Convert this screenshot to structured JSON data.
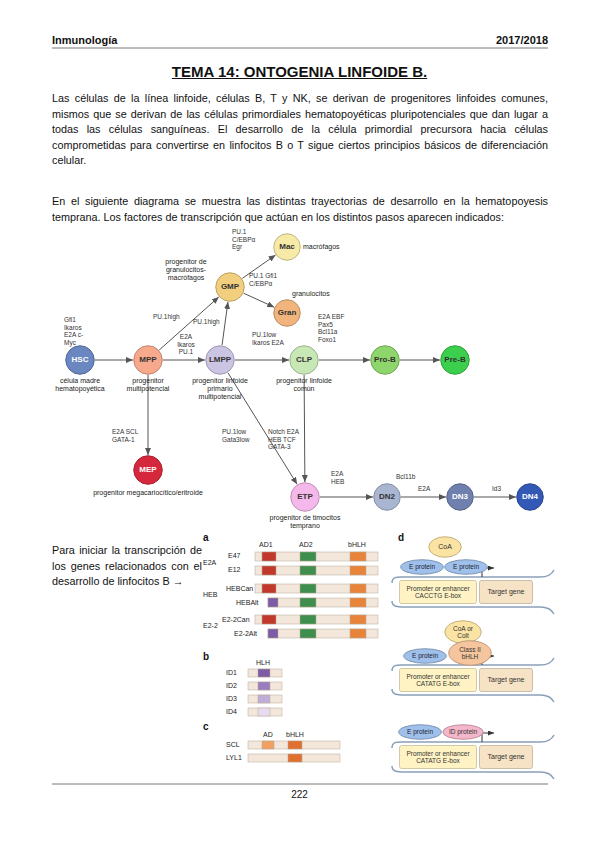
{
  "diagram": {
    "title": "TEMA 14: ONTOGENIA LINFOIDE B.",
    "nodes": [
      {
        "text": [
          "Mac",
          "macrófagos"
        ]
      },
      {
        "text": [
          "GMP",
          "progenitor de granulocitos-macrófagos"
        ]
      },
      {
        "text": [
          "Gran",
          "granulocitos"
        ]
      },
      {
        "text": [
          "HSC",
          "célula madre hematopoyética"
        ]
      },
      {
        "text": [
          "MPP",
          "progenitor multipotencial"
        ]
      },
      {
        "text": [
          "LMPP",
          "progenitor linfoide primario multipotencial"
        ]
      },
      {
        "text": [
          "CLP",
          "progenitor linfoide común"
        ]
      },
      {
        "text": [
          "Pro-B"
        ]
      },
      {
        "text": [
          "Pre-B"
        ]
      },
      {
        "text": [
          "MEP",
          "progenitor megacariocítico/eritroide"
        ]
      },
      {
        "text": [
          "ETP",
          "progenitor de timocitos temprano"
        ]
      },
      {
        "text": [
          "DN2"
        ]
      },
      {
        "text": [
          "DN3"
        ]
      },
      {
        "text": [
          "DN4"
        ]
      },
      {
        "text": [
          "CoA"
        ]
      },
      {
        "text": [
          "E protein"
        ]
      },
      {
        "text": [
          "E protein"
        ]
      },
      {
        "text": [
          "Promoter or enhancer CACCTG E-box"
        ]
      },
      {
        "text": [
          "Target gene"
        ]
      },
      {
        "text": [
          "CoA or Colt"
        ]
      },
      {
        "text": [
          "E protein"
        ]
      },
      {
        "text": [
          "Class II bHLH"
        ]
      },
      {
        "text": [
          "Promoter or enhancer CATATG E-box"
        ]
      },
      {
        "text": [
          "Target gene"
        ]
      },
      {
        "text": [
          "E protein"
        ]
      },
      {
        "text": [
          "ID protein"
        ]
      },
      {
        "text": [
          "Promoter or enhancer CATATG E-box"
        ]
      },
      {
        "text": [
          "Target gene"
        ]
      }
    ],
    "edges": [
      {
        "from": 3,
        "to": 4,
        "arrow": "to"
      },
      {
        "from": 4,
        "to": 1,
        "label": "PU.1high",
        "arrow": "to"
      },
      {
        "from": 4,
        "to": 5,
        "label": "E2A Ikaros PU.1",
        "arrow": "to"
      },
      {
        "from": 4,
        "to": 9,
        "label": "E2A SCL GATA-1",
        "arrow": "to"
      },
      {
        "from": 5,
        "to": 1,
        "label": "PU.1high",
        "arrow": "to"
      },
      {
        "from": 1,
        "to": 0,
        "label": "PU.1 C/EBPα Egr",
        "arrow": "to"
      },
      {
        "from": 1,
        "to": 2,
        "label": "PU.1 Gfi1 C/EBPα",
        "arrow": "to"
      },
      {
        "from": 5,
        "to": 6,
        "label": "PU.1low Ikaros E2A",
        "arrow": "to"
      },
      {
        "from": 6,
        "to": 7,
        "label": "E2A EBF Pax5 Bcl11a Foxo1",
        "arrow": "to"
      },
      {
        "from": 7,
        "to": 8,
        "arrow": "to"
      },
      {
        "from": 5,
        "to": 10,
        "label": "PU.1low Gata3low",
        "arrow": "to"
      },
      {
        "from": 6,
        "to": 10,
        "label": "Notch E2A HEB TCF GATA-3",
        "arrow": "to"
      },
      {
        "from": 10,
        "to": 11,
        "label": "E2A HEB",
        "arrow": "to"
      },
      {
        "from": 11,
        "to": 12,
        "label": "E2A",
        "arrow": "to"
      },
      {
        "from": 12,
        "to": 13,
        "label": "Id3",
        "arrow": "to"
      }
    ],
    "labels": [
      "Inmunología",
      "2017/2018",
      "Las células de la línea linfoide, células B, T y NK, se derivan de progenitores linfoides comunes, mismos que se derivan de las células primordiales hematopoyéticas pluripotenciales que dan lugar a todas las células sanguíneas. El desarrollo de la célula primordial precursora hacia células comprometidas para convertirse en linfocitos B o T sigue ciertos principios básicos de diferenciación celular.",
      "En el siguiente diagrama se muestra las distintas trayectorias de desarrollo en la hematopoyesis temprana. Los factores de transcripción que actúan en los distintos pasos aparecen indicados:",
      "Gfi1 Ikaros E2A c-Myc",
      "Bcl11b",
      "Para iniciar la transcripción de los genes relacionados con el desarrollo de linfocitos B →",
      "a",
      "AD1",
      "AD2",
      "bHLH",
      "E2A",
      "E47",
      "E12",
      "HEB",
      "HEBCan",
      "HEBAlt",
      "E2-2",
      "E2-2Can",
      "E2-2Alt",
      "b",
      "HLH",
      "ID1",
      "ID2",
      "ID3",
      "ID4",
      "c",
      "AD",
      "bHLH",
      "SCL",
      "LYL1",
      "d",
      "222"
    ]
  }
}
